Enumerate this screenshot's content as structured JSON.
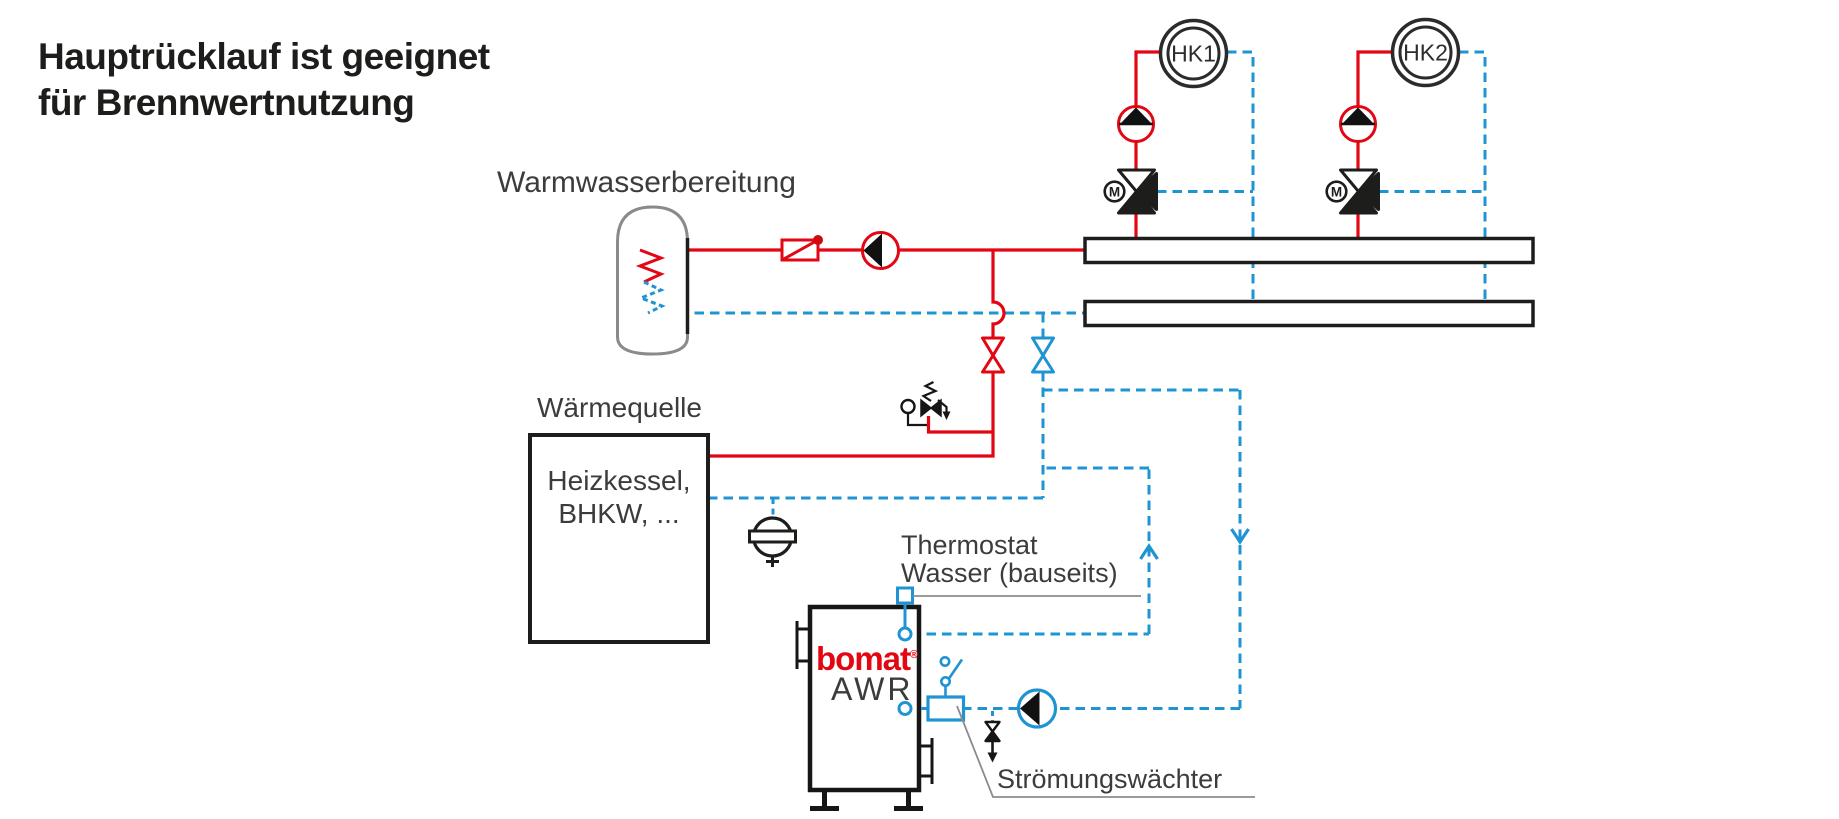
{
  "title": {
    "line1": "Hauptrücklauf ist geeignet",
    "line2": "für Brennwertnutzung"
  },
  "labels": {
    "dhw": "Warmwasserbereitung",
    "heat_source": "Wärmequelle",
    "heat_source_device_line1": "Heizkessel,",
    "heat_source_device_line2": "BHKW, ...",
    "thermostat_line1": "Thermostat",
    "thermostat_line2": "Wasser (bauseits)",
    "flow_switch": "Strömungswächter",
    "circuit1": "HK1",
    "circuit2": "HK2",
    "motor": "M",
    "brand": "bomat",
    "brand_reg": "®",
    "model": "AWR"
  },
  "colors": {
    "supply_red": "#e30613",
    "return_blue": "#2094d3",
    "outline_black": "#1d1d1b",
    "leader_gray": "#8c8c8c",
    "tank_gray": "#8a8a8a",
    "brand_red": "#e30613"
  }
}
